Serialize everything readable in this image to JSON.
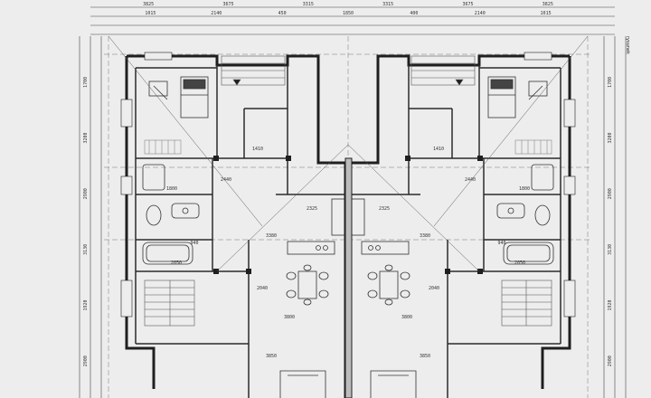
{
  "colors": {
    "paper": "#ededed",
    "line": "#2b2b2b",
    "wall": "#1f1f1f",
    "thin": "#555555",
    "hatch": "#8a8a8a"
  },
  "top_dimensions": [
    "3825",
    "3675",
    "3315",
    "3315",
    "3675",
    "3825"
  ],
  "top_subdimensions": [
    "1015",
    "2140",
    "450",
    "1850",
    "400",
    "2140",
    "1015"
  ],
  "left_dimensions": [
    "1700",
    "3200",
    "2900",
    "3130",
    "1920",
    "2900"
  ],
  "right_dimensions": [
    "1700",
    "3200",
    "2900",
    "3130",
    "1920",
    "2900"
  ],
  "room_dimensions": [
    "1410",
    "2440",
    "3380",
    "2325",
    "3800",
    "2050",
    "1800",
    "940",
    "3850",
    "2040"
  ],
  "side_note": "rysunek"
}
